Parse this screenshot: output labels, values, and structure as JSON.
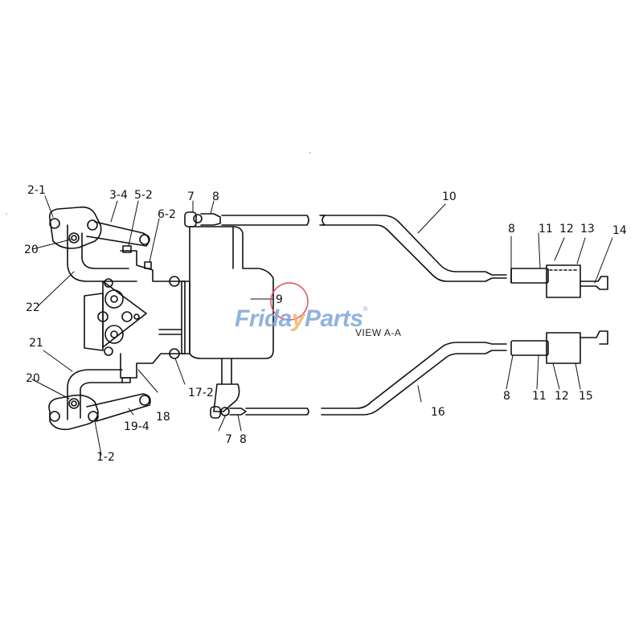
{
  "diagram": {
    "view_label": "VIEW A-A",
    "highlighted_part": "9",
    "highlight_color": "#d9535f",
    "watermark": {
      "part1": "Frid",
      "part2": "a",
      "part3": "y",
      "part4": "Parts",
      "mark": "®",
      "color_blue": "#7fa6d8",
      "color_orange": "#f3b664"
    },
    "callouts": [
      {
        "id": "c-2-1",
        "text": "2-1"
      },
      {
        "id": "c-3-4",
        "text": "3-4"
      },
      {
        "id": "c-5-2",
        "text": "5-2"
      },
      {
        "id": "c-6-2",
        "text": "6-2"
      },
      {
        "id": "c-7-top",
        "text": "7"
      },
      {
        "id": "c-8-top",
        "text": "8"
      },
      {
        "id": "c-10",
        "text": "10"
      },
      {
        "id": "c-8-r1",
        "text": "8"
      },
      {
        "id": "c-11-r1",
        "text": "11"
      },
      {
        "id": "c-12-r1",
        "text": "12"
      },
      {
        "id": "c-13",
        "text": "13"
      },
      {
        "id": "c-14",
        "text": "14"
      },
      {
        "id": "c-20-top",
        "text": "20"
      },
      {
        "id": "c-22",
        "text": "22"
      },
      {
        "id": "c-9",
        "text": "9"
      },
      {
        "id": "c-21",
        "text": "21"
      },
      {
        "id": "c-20-bot",
        "text": "20"
      },
      {
        "id": "c-17-2",
        "text": "17-2"
      },
      {
        "id": "c-18",
        "text": "18"
      },
      {
        "id": "c-19-4",
        "text": "19-4"
      },
      {
        "id": "c-1-2",
        "text": "1-2"
      },
      {
        "id": "c-7-bot",
        "text": "7"
      },
      {
        "id": "c-8-bot",
        "text": "8"
      },
      {
        "id": "c-16",
        "text": "16"
      },
      {
        "id": "c-8-r2",
        "text": "8"
      },
      {
        "id": "c-11-r2",
        "text": "11"
      },
      {
        "id": "c-12-r2",
        "text": "12"
      },
      {
        "id": "c-15",
        "text": "15"
      }
    ]
  }
}
